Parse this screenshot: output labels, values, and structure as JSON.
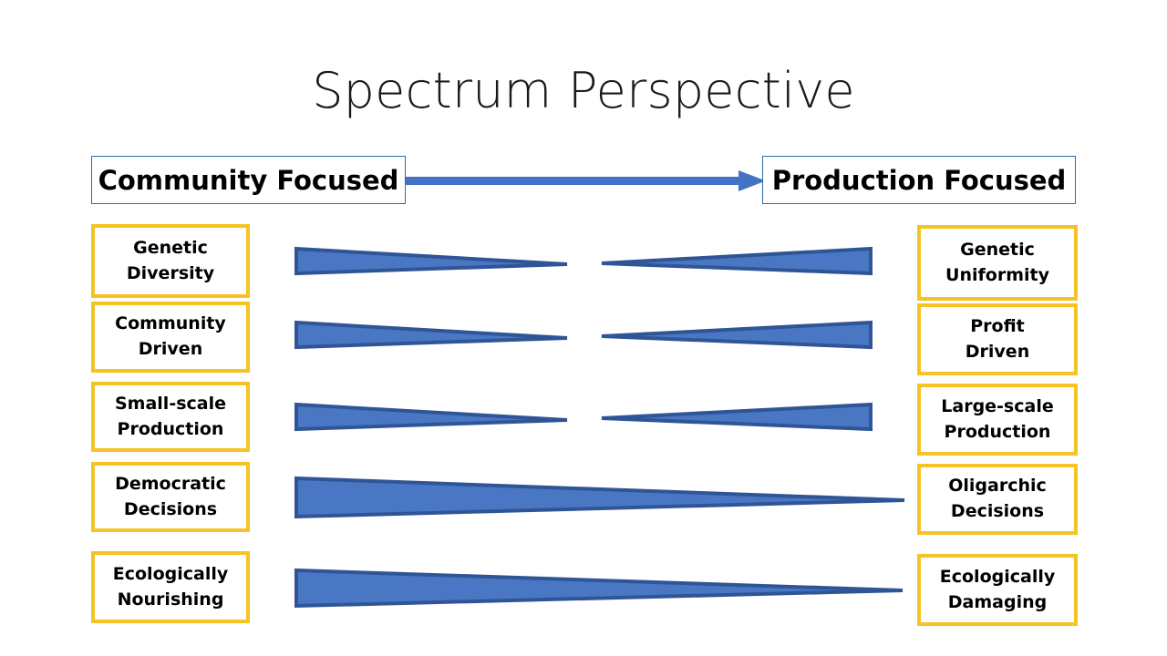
{
  "slide": {
    "title": "Spectrum Perspective",
    "background_color": "#FFFFFF"
  },
  "colors": {
    "wedge_fill": "#4A77C4",
    "wedge_stroke": "#2F5597",
    "arrow": "#4472C4",
    "end_box_border": "#F5C324",
    "pole_box_border": "#2E6DA4",
    "text": "#000000"
  },
  "poles": {
    "left_label": "Community Focused",
    "right_label": "Production Focused",
    "arrow_direction": "left-to-right"
  },
  "rows": [
    {
      "left_line1": "Genetic",
      "left_line2": "Diversity",
      "right_line1": "Genetic",
      "right_line2": "Uniformity",
      "wedge_style": "opposed-pair"
    },
    {
      "left_line1": "Community",
      "left_line2": "Driven",
      "right_line1": "Profit",
      "right_line2": "Driven",
      "wedge_style": "opposed-pair"
    },
    {
      "left_line1": "Small-scale",
      "left_line2": "Production",
      "right_line1": "Large-scale",
      "right_line2": "Production",
      "wedge_style": "opposed-pair"
    },
    {
      "left_line1": "Democratic",
      "left_line2": "Decisions",
      "right_line1": "Oligarchic",
      "right_line2": "Decisions",
      "wedge_style": "single-full-width"
    },
    {
      "left_line1": "Ecologically",
      "left_line2": "Nourishing",
      "right_line1": "Ecologically",
      "right_line2": "Damaging",
      "wedge_style": "single-full-width"
    }
  ]
}
